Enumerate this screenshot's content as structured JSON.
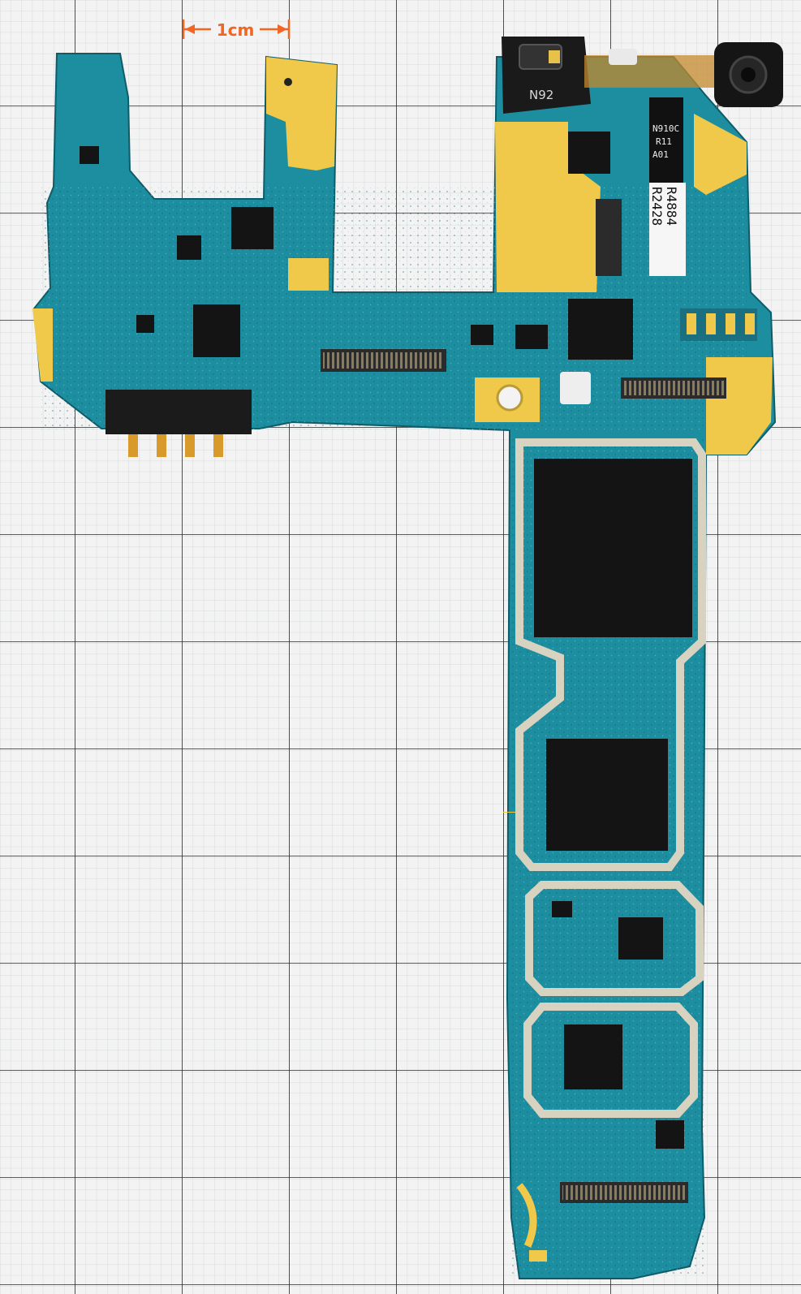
{
  "scale_bar": {
    "label": "1cm"
  },
  "labels": {
    "flash_module": "N92",
    "chip_marking_line1": "N910C",
    "chip_marking_line2": "R11",
    "chip_marking_line3": "A01",
    "sticker_line1": "R4884",
    "sticker_line2": "R2428"
  },
  "colors": {
    "paper": "#f3f3f3",
    "grid_minor": "#cfd3d6",
    "grid_major": "#2a2a2a",
    "pcb": "#1d8da0",
    "pcb_dark": "#136f80",
    "gold": "#f0c94a",
    "chip": "#141414",
    "shield": "#d8d2c0",
    "accent": "#f26522"
  }
}
